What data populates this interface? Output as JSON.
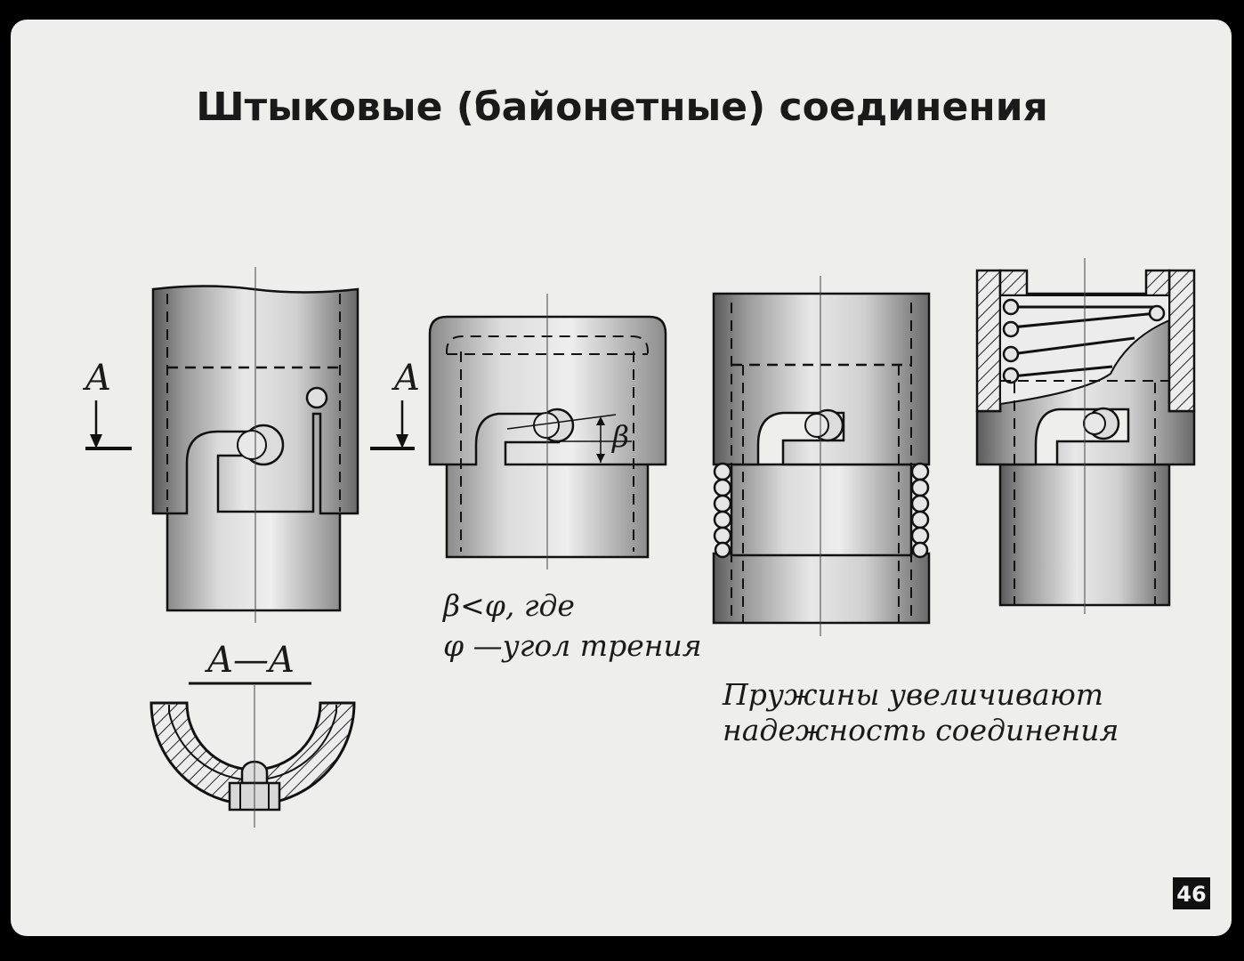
{
  "title": "Штыковые (байонетные) соединения",
  "section_marks": {
    "fig1_label": "A",
    "fig2_label": "A",
    "section_title": "A—A"
  },
  "fig2": {
    "angle_symbol": "β",
    "formula_line1": "β<φ, где",
    "formula_line2": "φ —угол трения"
  },
  "fig4": {
    "caption_line1": "Пружины увеличивают",
    "caption_line2": "надежность соединения"
  },
  "page_number": "46",
  "colors": {
    "paper": "#eeeeec",
    "ink": "#1a1a1a",
    "frame": "#000000"
  }
}
